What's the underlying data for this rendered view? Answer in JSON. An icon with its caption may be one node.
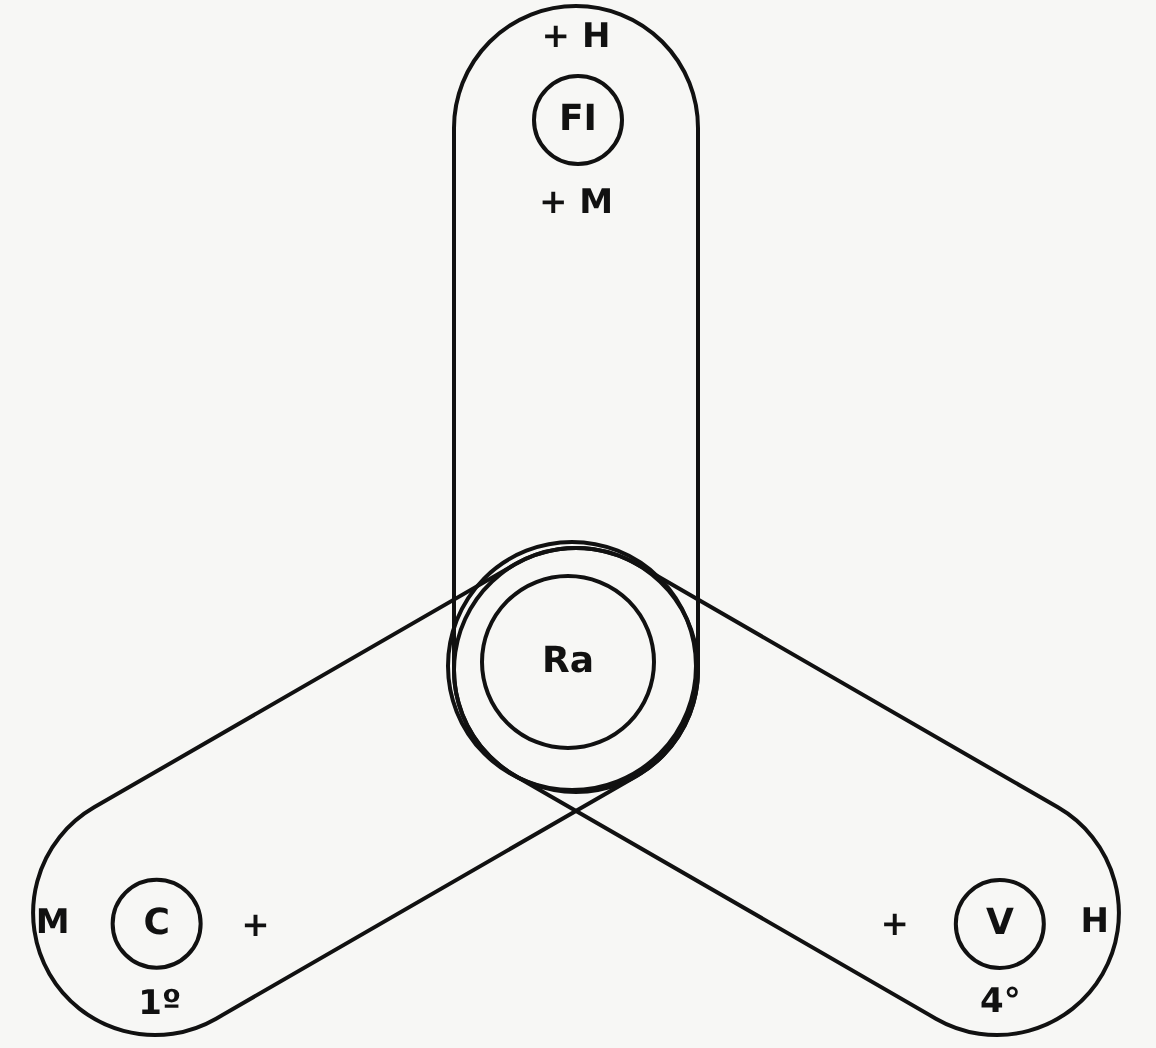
{
  "diagram": {
    "nodes": [
      {
        "text": [
          "+ H",
          "+ M"
        ]
      },
      {
        "text": [
          "FI"
        ],
        "in": 0
      },
      {
        "text": [
          "M",
          "+",
          "1º"
        ]
      },
      {
        "text": [
          "C"
        ],
        "in": 2
      },
      {
        "text": [
          "+",
          "H",
          "4°"
        ]
      },
      {
        "text": [
          "V"
        ],
        "in": 4
      },
      {
        "text": [],
        "shape": "circle"
      },
      {
        "text": [
          "Ra"
        ],
        "in": 6
      }
    ]
  }
}
